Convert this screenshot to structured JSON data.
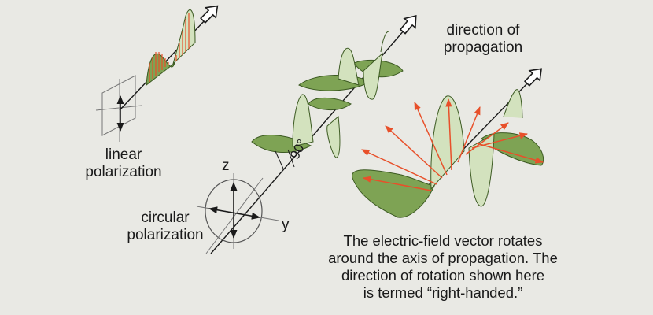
{
  "labels": {
    "direction_line1": "direction of",
    "direction_line2": "propagation",
    "linear_line1": "linear",
    "linear_line2": "polarization",
    "circular_line1": "circular",
    "circular_line2": "polarization",
    "axis_z": "z",
    "axis_y": "y",
    "angle": "90°"
  },
  "caption": {
    "line1": "The electric-field vector rotates",
    "line2": "around the axis of propagation. The",
    "line3": "direction of rotation shown here",
    "line4": "is termed “right-handed.”"
  },
  "colors": {
    "background": "#e9e9e4",
    "dark_green": "#7ea354",
    "light_green": "#d3e2be",
    "arrow_orange": "#e8502a",
    "line": "#1a1a1a"
  }
}
